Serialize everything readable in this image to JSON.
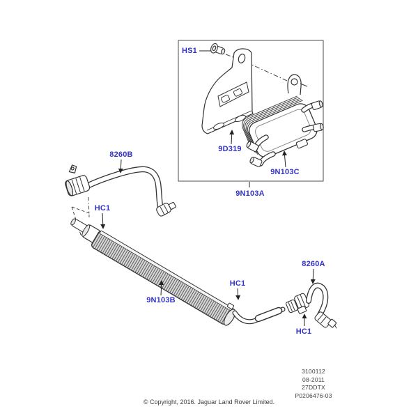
{
  "page": {
    "background": "#ffffff"
  },
  "colors": {
    "label_blue": "#3232cb",
    "line_dark": "#333333",
    "inset_border": "#4d4d4d",
    "text_gray": "#3c3c3c"
  },
  "labels": {
    "bolt": "HS1",
    "bracket": "9D319",
    "aux_cooler": "9N103C",
    "cooler_assembly": "9N103A",
    "hose_upper": "8260B",
    "tube_cooler": "9N103B",
    "hose_lower": "8260A",
    "clamp": "HC1"
  },
  "info_block": {
    "lines": [
      "3100112",
      "08-2011",
      "27DDTX",
      "P0206476-03"
    ]
  },
  "footer": {
    "copyright": "© Copyright, 2016. Jaguar Land Rover Limited."
  }
}
